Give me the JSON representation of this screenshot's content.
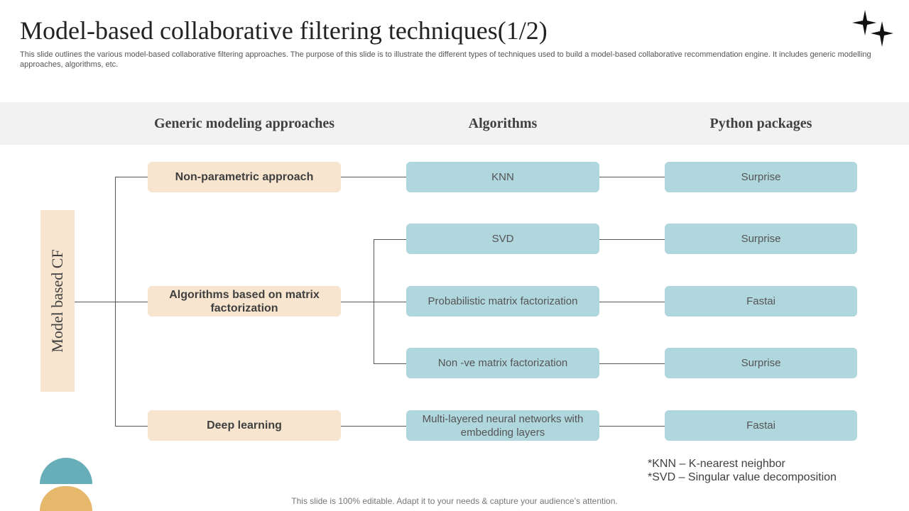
{
  "title": "Model-based collaborative filtering techniques(1/2)",
  "subtitle": "This slide outlines the various model-based collaborative filtering approaches. The purpose of this slide is to illustrate the different types of techniques used to build a model-based collaborative recommendation engine. It includes generic modelling approaches, algorithms, etc.",
  "logo_icon": "four-point-stars-icon",
  "columns": {
    "approaches": "Generic modeling approaches",
    "algorithms": "Algorithms",
    "packages": "Python packages"
  },
  "root_label": "Model based CF",
  "approaches": [
    "Non-parametric approach",
    "Algorithms based on matrix factorization",
    "Deep learning"
  ],
  "algorithms": [
    "KNN",
    "SVD",
    "Probabilistic matrix factorization",
    "Non -ve matrix factorization",
    "Multi-layered  neural networks with embedding layers"
  ],
  "packages": [
    "Surprise",
    "Surprise",
    "Fastai",
    "Surprise",
    "Fastai"
  ],
  "notes": [
    "*KNN – K-nearest neighbor",
    "*SVD – Singular value decomposition"
  ],
  "footer": "This slide is 100% editable. Adapt it to your needs & capture your audience’s attention.",
  "colors": {
    "approach_fill": "#f7e5cf",
    "algo_fill": "#b0d6de",
    "header_band": "#f2f2f2",
    "accent_teal": "#68aeb8",
    "accent_gold": "#e6b86c"
  }
}
